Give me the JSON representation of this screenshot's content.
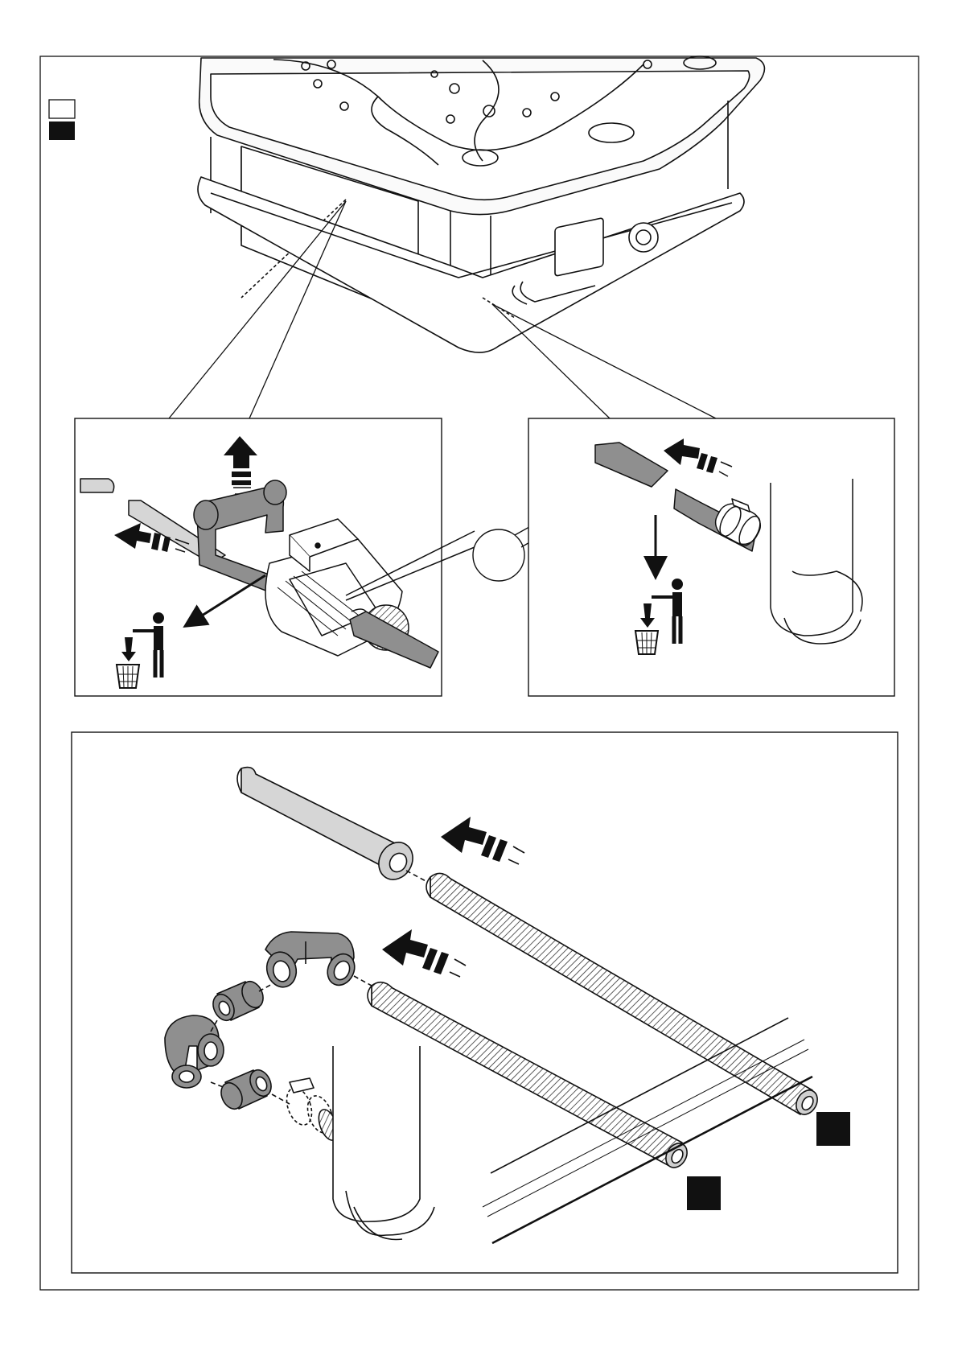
{
  "legend": {
    "items": [
      {
        "swatch": "white",
        "color": "#ffffff"
      },
      {
        "swatch": "black",
        "color": "#111111"
      }
    ]
  },
  "colors": {
    "line": "#111111",
    "pipe_light": "#d6d6d6",
    "pipe_dark": "#8f8f8f",
    "hose_ring": "#cfcfcf",
    "arrow": "#111111",
    "paper": "#ffffff"
  },
  "panels": {
    "overview": {
      "subject": "spa-tub-with-frame-and-pump"
    },
    "detail_pump": {
      "actions": [
        "lift-up",
        "push-in",
        "discard-pipe-section"
      ]
    },
    "detail_column": {
      "actions": [
        "push-in",
        "discard-pipe-section"
      ]
    },
    "assembly": {
      "hoses": 2,
      "elbows": 2,
      "couplers": 2,
      "clamps": 2,
      "markers": [
        "black",
        "black"
      ]
    }
  }
}
